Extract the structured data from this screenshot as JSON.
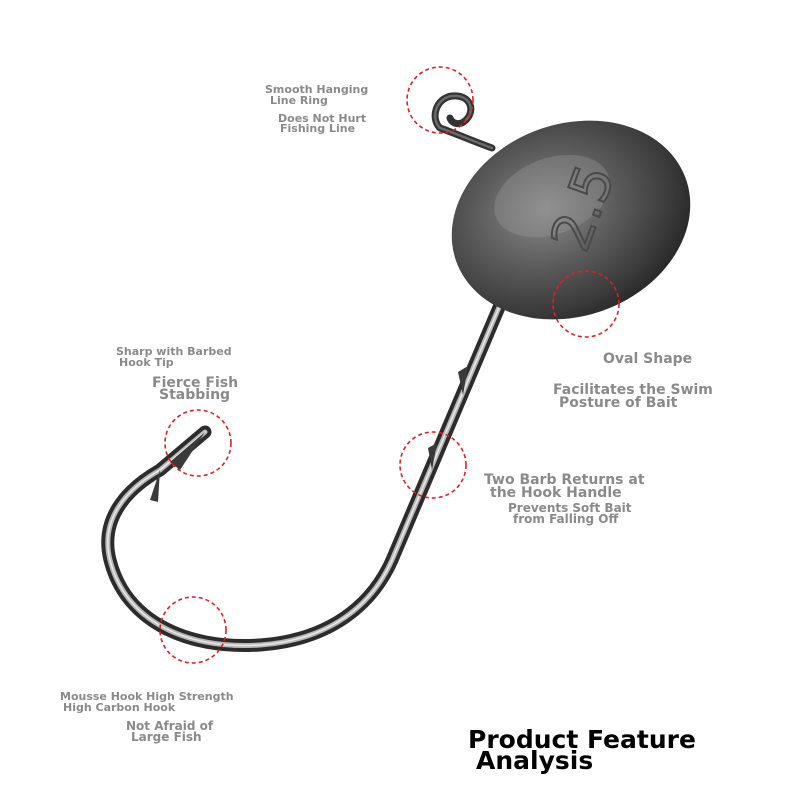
{
  "annotations": {
    "line_ring_title": "Smooth Hanging",
    "line_ring_title2": "Line Ring",
    "line_ring_desc": "Does Not Hurt",
    "line_ring_desc2": "Fishing Line",
    "hook_tip_title": "Sharp with Barbed",
    "hook_tip_title2": "Hook Tip",
    "hook_tip_desc": "Fierce Fish",
    "hook_tip_desc2": "Stabbing",
    "oval_title": "Oval Shape",
    "oval_desc": "Facilitates the Swim",
    "oval_desc2": "Posture of Bait",
    "barb_title": "Two Barb Returns at",
    "barb_title2": "the Hook Handle",
    "barb_desc": "Prevents Soft Bait",
    "barb_desc2": "from Falling Off",
    "hook_title": "Mousse Hook High Strength",
    "hook_title2": "High Carbon Hook",
    "hook_desc": "Not Afraid of",
    "hook_desc2": "Large Fish"
  },
  "weight_marking": "2.5",
  "title": {
    "line1": "Product Feature",
    "line2": "Analysis"
  },
  "colors": {
    "callout_circle": "#e02020",
    "label_text": "#8a8a8a",
    "title_text": "#000000"
  }
}
